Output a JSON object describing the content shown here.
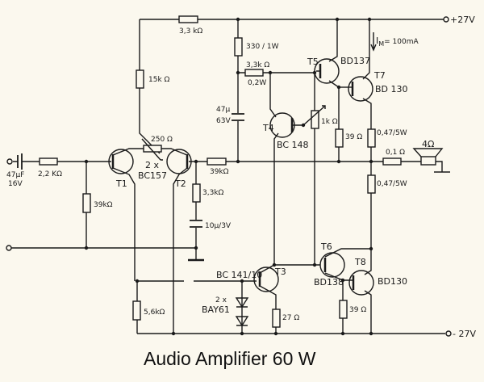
{
  "title": "Audio Amplifier 60 W",
  "supply": {
    "positive": "+27V",
    "negative": "- 27V"
  },
  "current_note": {
    "symbol": "I",
    "sub": "M",
    "value": "= 100mA"
  },
  "labels": {
    "c_in": "47µF",
    "c_in_v": "16V",
    "r_in": "2,2 KΩ",
    "r_39k_bias": "39kΩ",
    "r_3k3_top": "3,3 kΩ",
    "r_15k": "15k Ω",
    "r_250": "250 Ω",
    "pair_count": "2 x",
    "pair_type": "BC157",
    "t1": "T1",
    "t2": "T2",
    "r_39k_fb": "39kΩ",
    "r_3k3_fb": "3,3kΩ",
    "c_fb": "10µ/3V",
    "r_330": "330 / 1W",
    "c_boot": "47µ",
    "c_boot_v": "63V",
    "r_3k3_02": "3,3k Ω",
    "r_3k3_02_w": "0,2W",
    "t4": "T4",
    "t4_type": "BC 148",
    "pot_1k": "1k Ω",
    "t5": "T5",
    "t5_type": "BD137",
    "t7": "T7",
    "t7_type": "BD 130",
    "r_39_top": "39 Ω",
    "r_047_top": "0,47/5W",
    "r_047_bot": "0,47/5W",
    "r_01": "0,1 Ω",
    "speaker": "4Ω",
    "t3": "T3",
    "t3_type": "BC 141/10",
    "diode_count": "2 x",
    "diode_type": "BAY61",
    "r_5k6": "5,6kΩ",
    "r_27": "27 Ω",
    "t6": "T6",
    "t6_type": "BD138",
    "t8": "T8",
    "t8_type": "BD130",
    "r_39_bot": "39 Ω"
  }
}
